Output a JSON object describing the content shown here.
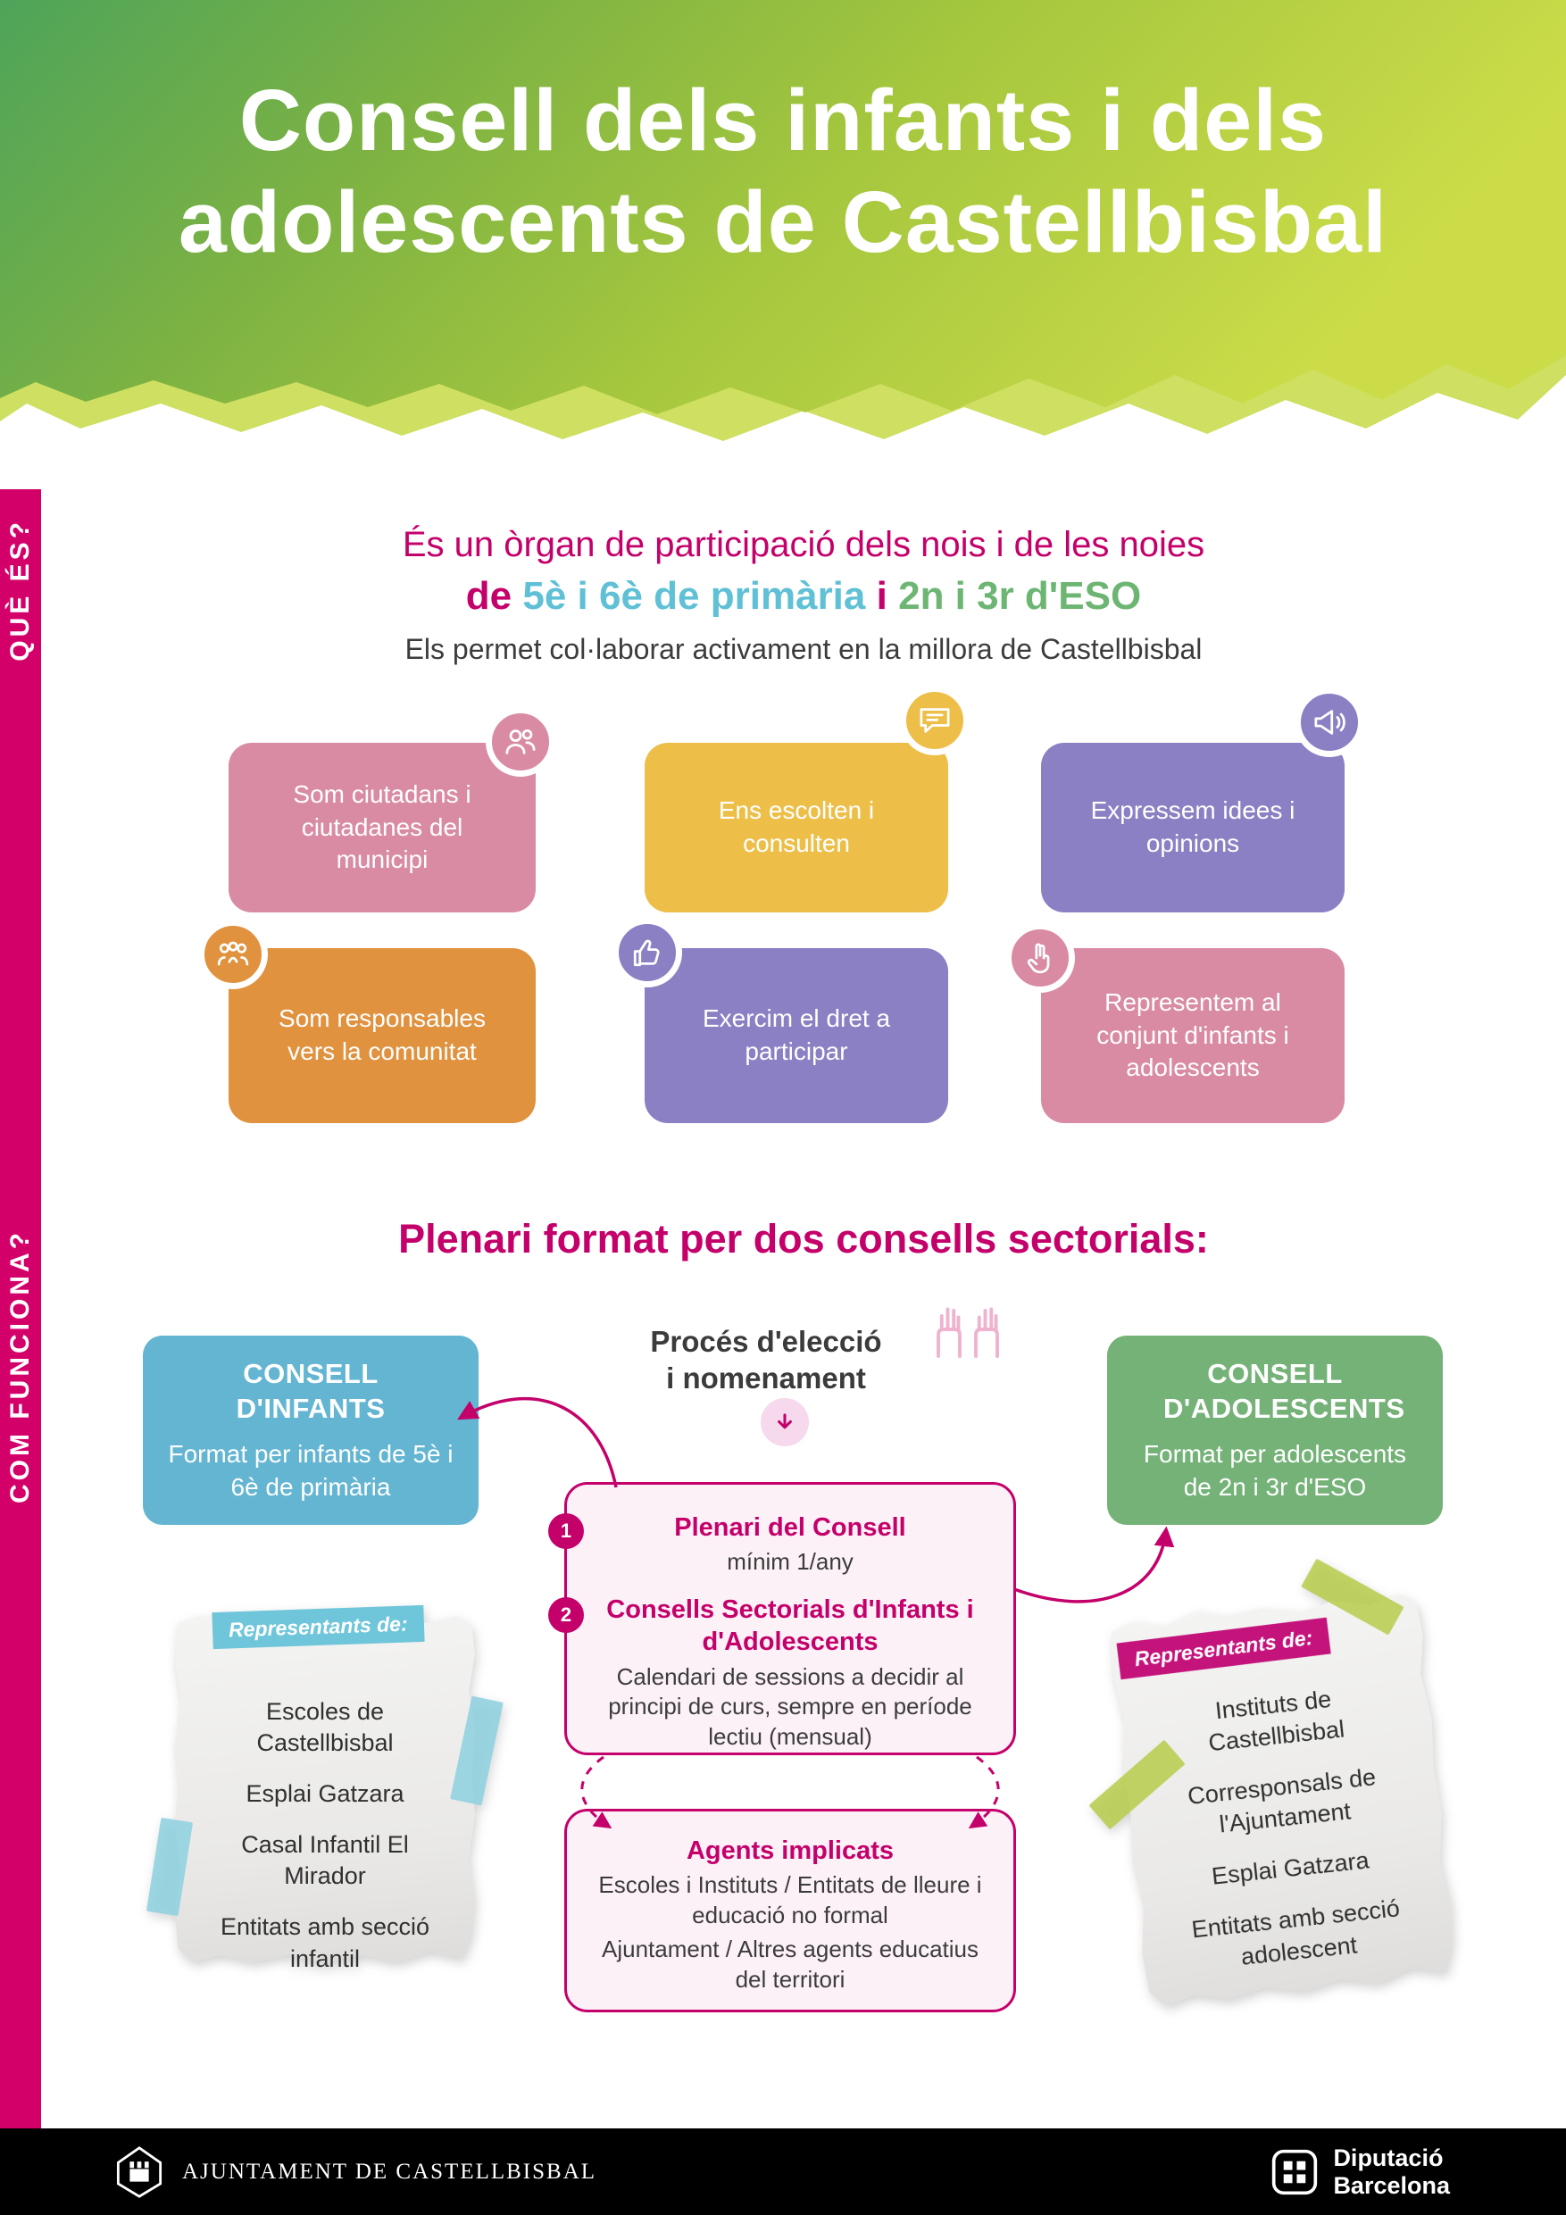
{
  "header": {
    "title_line1": "Consell dels infants i dels",
    "title_line2": "adolescents de Castellbisbal"
  },
  "sidebar": {
    "section1_label": "QUÈ ÉS?",
    "section2_label": "COM FUNCIONA?"
  },
  "intro": {
    "line1": "És un òrgan de participació dels nois i de les noies",
    "line2_pre": "de",
    "line2_primaria": "5è i 6è de primària",
    "line2_mid": "i",
    "line2_eso": "2n i 3r d'ESO",
    "line3": "Els permet col·laborar activament en la millora de Castellbisbal"
  },
  "cards": [
    {
      "text": "Som ciutadans i ciutadanes del municipi",
      "color": "#d98ba3",
      "icon": "citizens-icon"
    },
    {
      "text": "Ens escolten i consulten",
      "color": "#edbf49",
      "icon": "speech-bubble-icon"
    },
    {
      "text": "Expressem idees i opinions",
      "color": "#8b80c3",
      "icon": "megaphone-icon"
    },
    {
      "text": "Som responsables vers la comunitat",
      "color": "#e0923f",
      "icon": "community-icon"
    },
    {
      "text": "Exercim el dret a participar",
      "color": "#8b80c3",
      "icon": "vote-icon"
    },
    {
      "text": "Representem al conjunt d'infants i adolescents",
      "color": "#d98ba3",
      "icon": "victory-hand-icon"
    }
  ],
  "how": {
    "heading": "Plenari format per dos consells sectorials:",
    "infants": {
      "title": "CONSELL D'INFANTS",
      "desc": "Format per infants de 5è i 6è de primària",
      "color": "#63b5d2"
    },
    "process": {
      "line1": "Procés d'elecció",
      "line2": "i nomenament",
      "icon": "raised-hands-icon",
      "arrow_icon": "down-arrow-icon"
    },
    "adolescents": {
      "title": "CONSELL D'ADOLESCENTS",
      "desc": "Format per adolescents de 2n i 3r d'ESO",
      "color": "#74b277"
    },
    "plenari": {
      "num1": "1",
      "title1": "Plenari del Consell",
      "sub1": "mínim 1/any",
      "num2": "2",
      "title2": "Consells Sectorials d'Infants i d'Adolescents",
      "sub2": "Calendari de sessions a decidir al principi de curs, sempre en període lectiu (mensual)"
    },
    "agents": {
      "title": "Agents implicats",
      "line1": "Escoles i Instituts / Entitats de lleure i educació no formal",
      "line2": "Ajuntament / Altres agents educatius del territori"
    },
    "note_left": {
      "label": "Representants de:",
      "label_color": "#6fc6da",
      "items": [
        "Escoles de Castellbisbal",
        "Esplai Gatzara",
        "Casal Infantil El Mirador",
        "Entitats amb secció infantil"
      ]
    },
    "note_right": {
      "label": "Representants de:",
      "label_color": "#c4147c",
      "items": [
        "Instituts de Castellbisbal",
        "Corresponsals de l'Ajuntament",
        "Esplai Gatzara",
        "Entitats amb secció adolescent"
      ]
    }
  },
  "footer": {
    "ajuntament_label": "AJUNTAMENT DE CASTELLBISBAL",
    "diputacio_line1": "Diputació",
    "diputacio_line2": "Barcelona"
  },
  "colors": {
    "accent_magenta": "#c4006a",
    "sidebar_magenta": "#d4006a",
    "primaria_blue": "#5fc0d6",
    "eso_green": "#6db573",
    "header_green_dark": "#4ea45a",
    "header_green_light": "#ccdc49",
    "footer_bg": "#000000"
  }
}
